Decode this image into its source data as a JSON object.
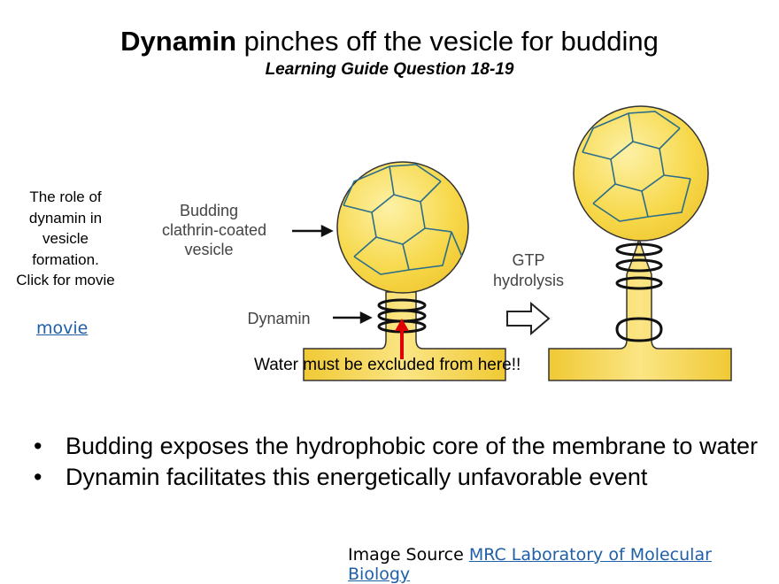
{
  "title": {
    "bold": "Dynamin",
    "rest": " pinches off the vesicle for budding"
  },
  "subtitle": "Learning Guide Question 18-19",
  "side_note": {
    "text": "The role of dynamin in vesicle formation. Click for movie",
    "link": "movie"
  },
  "diagram": {
    "label_budding": [
      "Budding",
      "clathrin-coated",
      "vesicle"
    ],
    "label_dynamin": "Dynamin",
    "label_gtp": [
      "GTP",
      "hydrolysis"
    ],
    "water_note": "Water must be excluded from here!!",
    "colors": {
      "membrane": "#f7d84a",
      "highlight": "#fdf1a6",
      "lattice": "#2c6e8a",
      "arrow": "#e00000",
      "band": "#fbe9a0"
    }
  },
  "bullets": [
    "Budding exposes the hydrophobic core of the membrane to water",
    "Dynamin facilitates this energetically unfavorable event"
  ],
  "source": {
    "prefix": "Image Source ",
    "link": "MRC Laboratory of Molecular Biology"
  }
}
